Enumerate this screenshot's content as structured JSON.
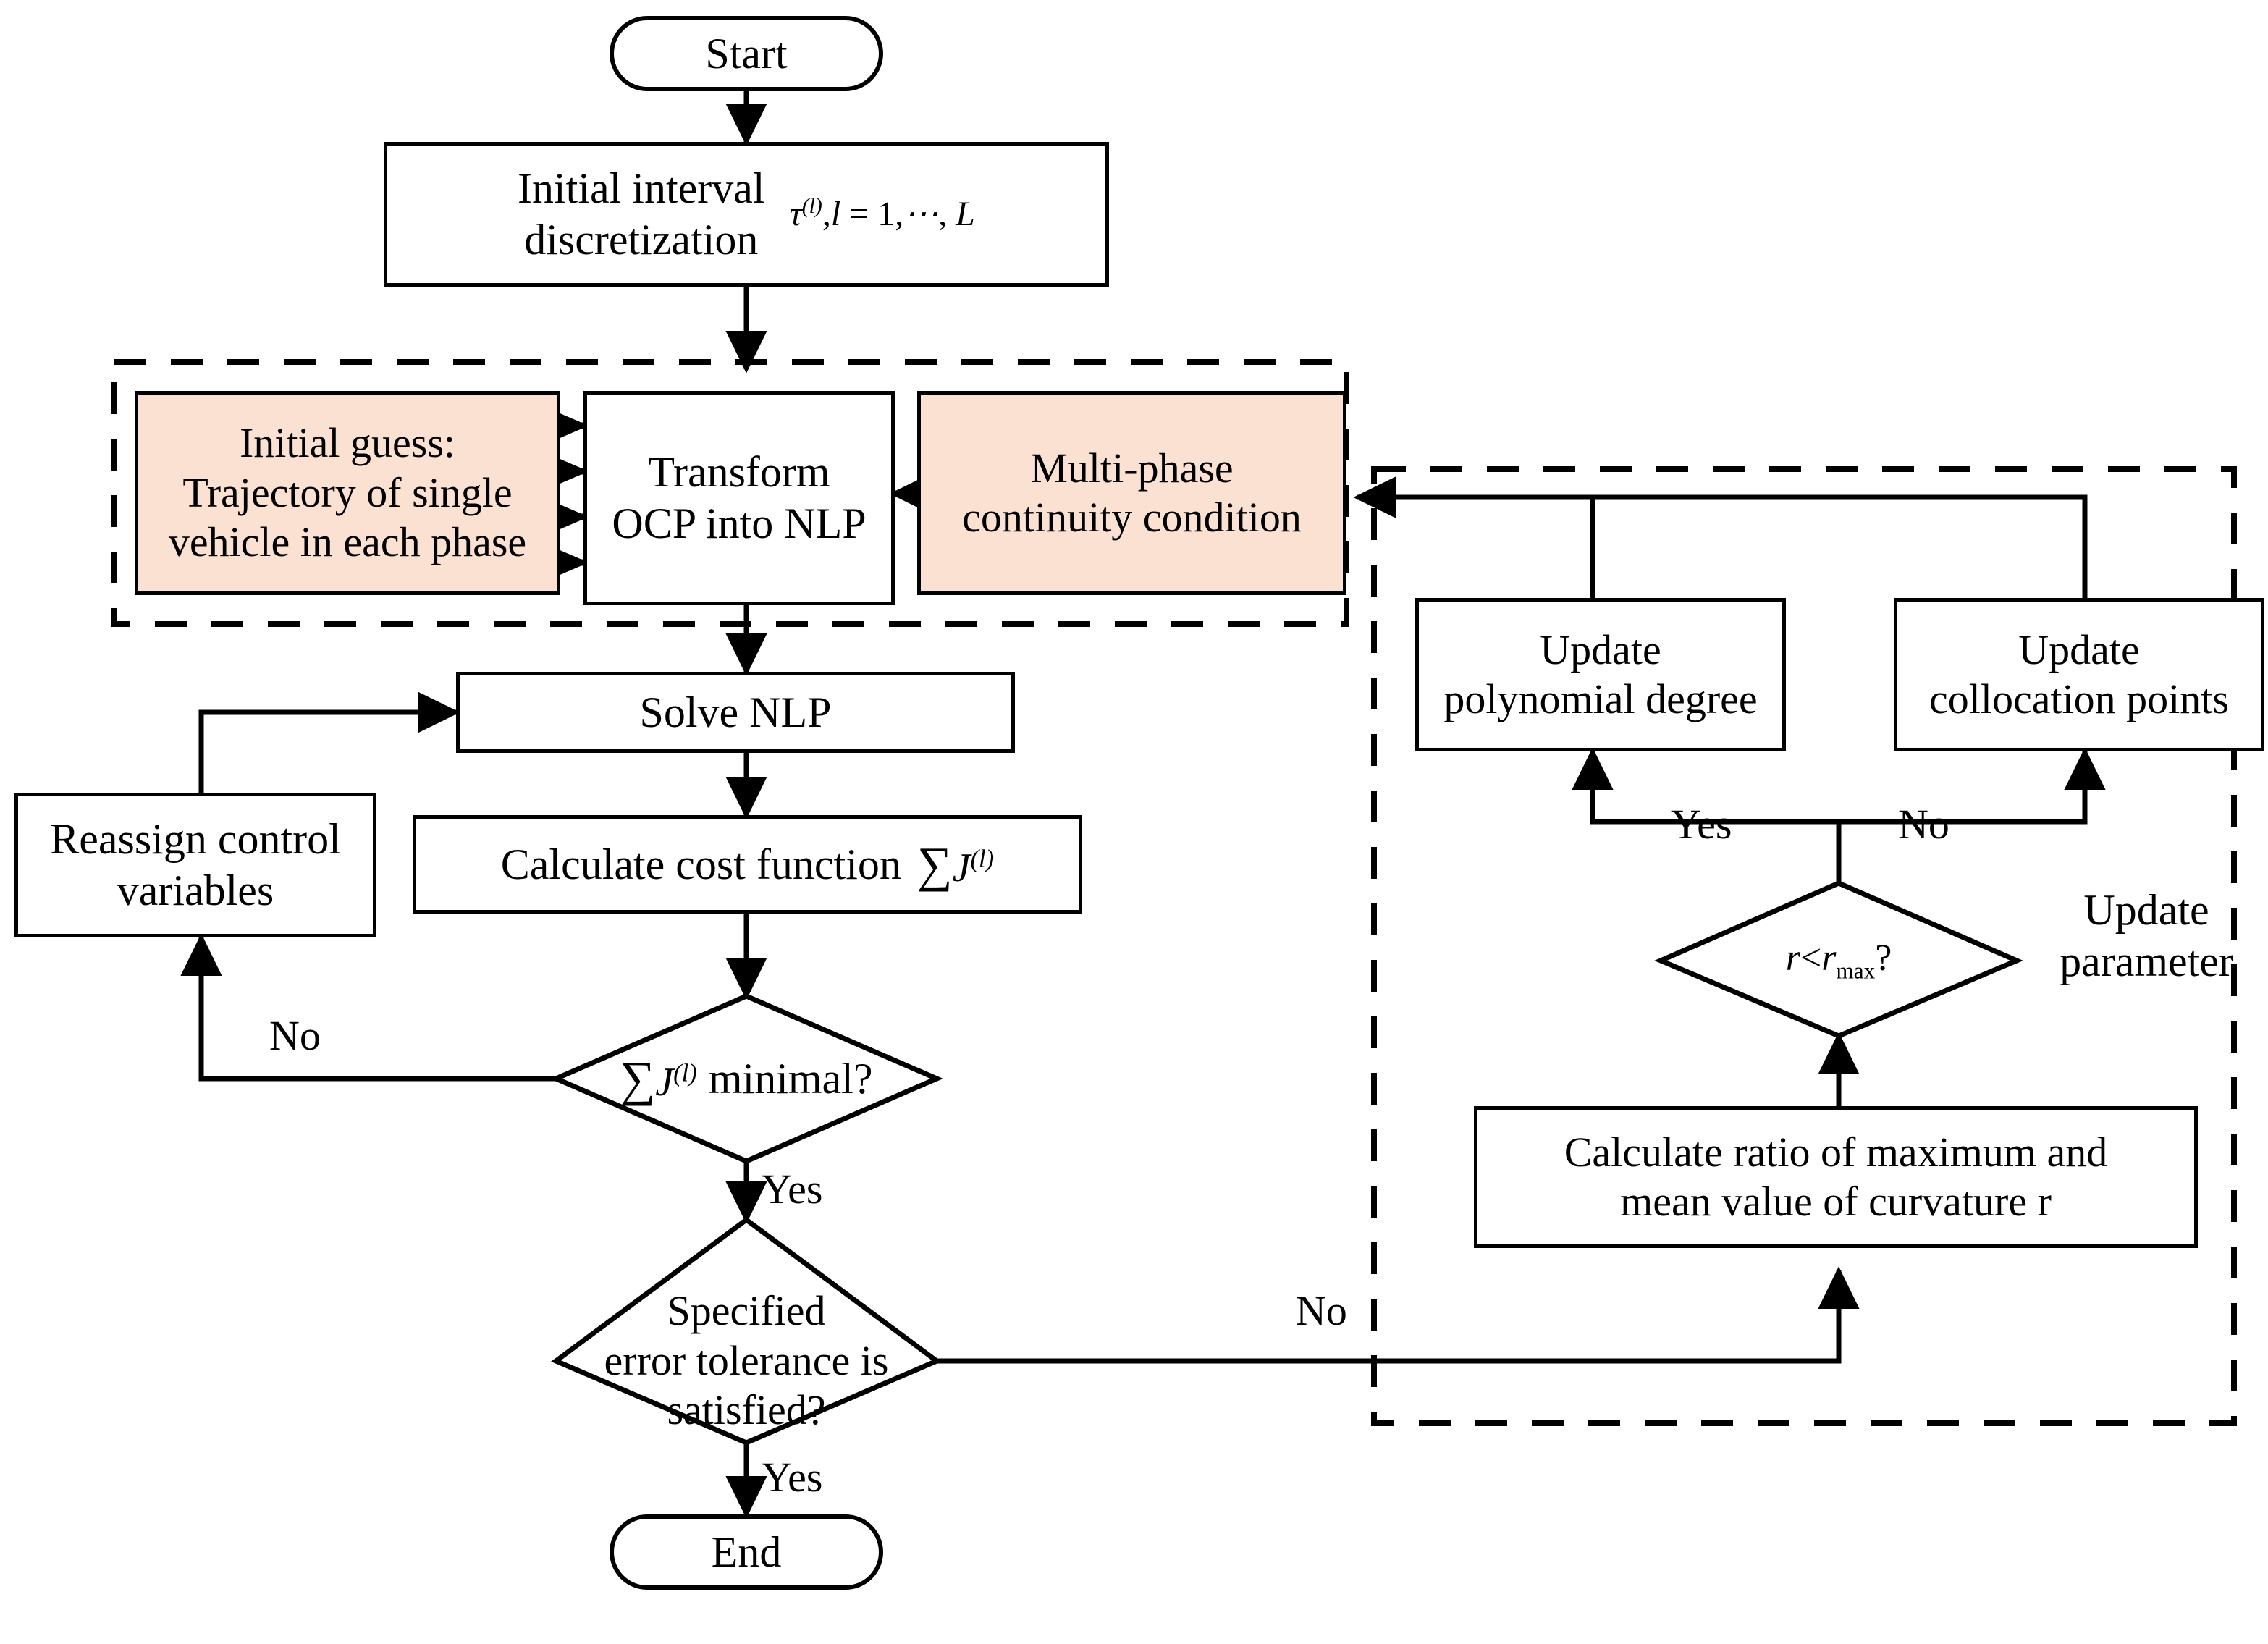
{
  "diagram": {
    "title": "Adaptive multi-phase trajectory optimization flowchart",
    "accent_fill": "#fbe1d2",
    "line_color": "#000000",
    "background": "#ffffff"
  },
  "nodes": {
    "start": {
      "label": "Start",
      "shape": "terminator"
    },
    "end": {
      "label": "End",
      "shape": "terminator"
    },
    "initial_discretization": {
      "line1": "Initial interval",
      "line2": "discretization",
      "math": "τ(l), l = 1,⋯, L",
      "shape": "process"
    },
    "initial_guess": {
      "line1": "Initial guess:",
      "line2": "Trajectory of single",
      "line3": "vehicle in each phase",
      "shape": "process",
      "fill": "#fbe1d2"
    },
    "transform": {
      "line1": "Transform",
      "line2": "OCP into NLP",
      "shape": "process"
    },
    "multiphase": {
      "line1": "Multi-phase",
      "line2": "continuity condition",
      "shape": "process",
      "fill": "#fbe1d2"
    },
    "solve_nlp": {
      "label": "Solve NLP",
      "shape": "process"
    },
    "reassign": {
      "line1": "Reassign control",
      "line2": "variables",
      "shape": "process"
    },
    "calc_cost": {
      "text": "Calculate cost function",
      "math": "∑J(l)",
      "shape": "process"
    },
    "cost_minimal": {
      "math": "∑J(l)",
      "text": "minimal?",
      "shape": "decision"
    },
    "error_tolerance": {
      "line1": "Specified",
      "line2": "error tolerance is",
      "line3": "satisfied?",
      "shape": "decision"
    },
    "update_poly": {
      "line1": "Update",
      "line2": "polynomial degree",
      "shape": "process"
    },
    "update_colloc": {
      "line1": "Update",
      "line2": "collocation points",
      "shape": "process"
    },
    "r_check": {
      "math": "r<rmax?",
      "shape": "decision"
    },
    "calc_ratio": {
      "line1": "Calculate ratio of maximum and",
      "line2": "mean value of curvature r",
      "shape": "process"
    }
  },
  "free_labels": {
    "update_parameter": {
      "line1": "Update",
      "line2": "parameter"
    }
  },
  "edge_labels": {
    "cost_no": "No",
    "cost_yes": "Yes",
    "tol_yes": "Yes",
    "tol_no": "No",
    "r_yes": "Yes",
    "r_no": "No"
  },
  "groups": {
    "left_dashed": {
      "name": "initialization-group",
      "style": "dashed"
    },
    "right_dashed": {
      "name": "mesh-refinement-group",
      "style": "dashed"
    }
  }
}
